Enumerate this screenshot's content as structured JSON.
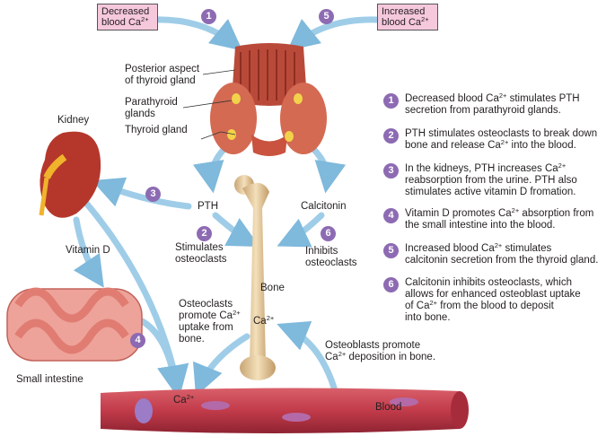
{
  "boxes": {
    "decreased": {
      "line1": "Decreased",
      "line2": "blood Ca",
      "sup": "2+"
    },
    "increased": {
      "line1": "Increased",
      "line2": "blood Ca",
      "sup": "2+"
    }
  },
  "labels": {
    "posterior_1": "Posterior aspect",
    "posterior_2": "of thyroid gland",
    "parathyroid_1": "Parathyroid",
    "parathyroid_2": "glands",
    "thyroid": "Thyroid gland",
    "kidney": "Kidney",
    "pth": "PTH",
    "calcitonin": "Calcitonin",
    "stimulates_1": "Stimulates",
    "stimulates_2": "osteoclasts",
    "inhibits_1": "Inhibits",
    "inhibits_2": "osteoclasts",
    "vitamin_d": "Vitamin D",
    "bone": "Bone",
    "bone_ca": "Ca",
    "bone_ca_sup": "2+",
    "osteoclasts_1": "Osteoclasts",
    "osteoclasts_2": "promote Ca",
    "osteoclasts_2_sup": "2+",
    "osteoclasts_3": "uptake from",
    "osteoclasts_4": "bone.",
    "osteoblasts_1": "Osteoblasts promote",
    "osteoblasts_2a": "Ca",
    "osteoblasts_2_sup": "2+",
    "osteoblasts_2b": " deposition in bone.",
    "small_intestine": "Small intestine",
    "blood_ca": "Ca",
    "blood_ca_sup": "2+",
    "blood": "Blood"
  },
  "badges": [
    "1",
    "5",
    "3",
    "2",
    "6",
    "4"
  ],
  "steps": [
    {
      "num": "1",
      "lines": [
        {
          "pre": "Decreased blood Ca",
          "sup": "2+",
          "post": " stimulates PTH"
        },
        {
          "pre": "secretion from parathyroid glands.",
          "sup": "",
          "post": ""
        }
      ]
    },
    {
      "num": "2",
      "lines": [
        {
          "pre": "PTH stimulates osteoclasts to break down",
          "sup": "",
          "post": ""
        },
        {
          "pre": "bone and release Ca",
          "sup": "2+",
          "post": " into the blood."
        }
      ]
    },
    {
      "num": "3",
      "lines": [
        {
          "pre": "In the kidneys, PTH increases Ca",
          "sup": "2+",
          "post": ""
        },
        {
          "pre": "reabsorption from the urine. PTH also",
          "sup": "",
          "post": ""
        },
        {
          "pre": "stimulates active vitamin D fromation.",
          "sup": "",
          "post": ""
        }
      ]
    },
    {
      "num": "4",
      "lines": [
        {
          "pre": "Vitamin D promotes Ca",
          "sup": "2+",
          "post": " absorption from"
        },
        {
          "pre": "the small intestine into the blood.",
          "sup": "",
          "post": ""
        }
      ]
    },
    {
      "num": "5",
      "lines": [
        {
          "pre": "Increased blood Ca",
          "sup": "2+",
          "post": " stimulates"
        },
        {
          "pre": "calcitonin secretion from the thyroid gland.",
          "sup": "",
          "post": ""
        }
      ]
    },
    {
      "num": "6",
      "lines": [
        {
          "pre": "Calcitonin inhibits osteoclasts, which",
          "sup": "",
          "post": ""
        },
        {
          "pre": "allows for enhanced osteoblast uptake",
          "sup": "",
          "post": ""
        },
        {
          "pre": "of Ca",
          "sup": "2+",
          "post": " from the blood to deposit"
        },
        {
          "pre": "into bone.",
          "sup": "",
          "post": ""
        }
      ]
    }
  ],
  "colors": {
    "arrow": "#9fcde8",
    "badge": "#8d6bb3",
    "box": "#f6c8dc",
    "thyroid": "#c9533e",
    "kidney": "#b5372c",
    "bone": "#ecd4a8",
    "intestine": "#e9938a",
    "vessel": "#c23b4a"
  }
}
